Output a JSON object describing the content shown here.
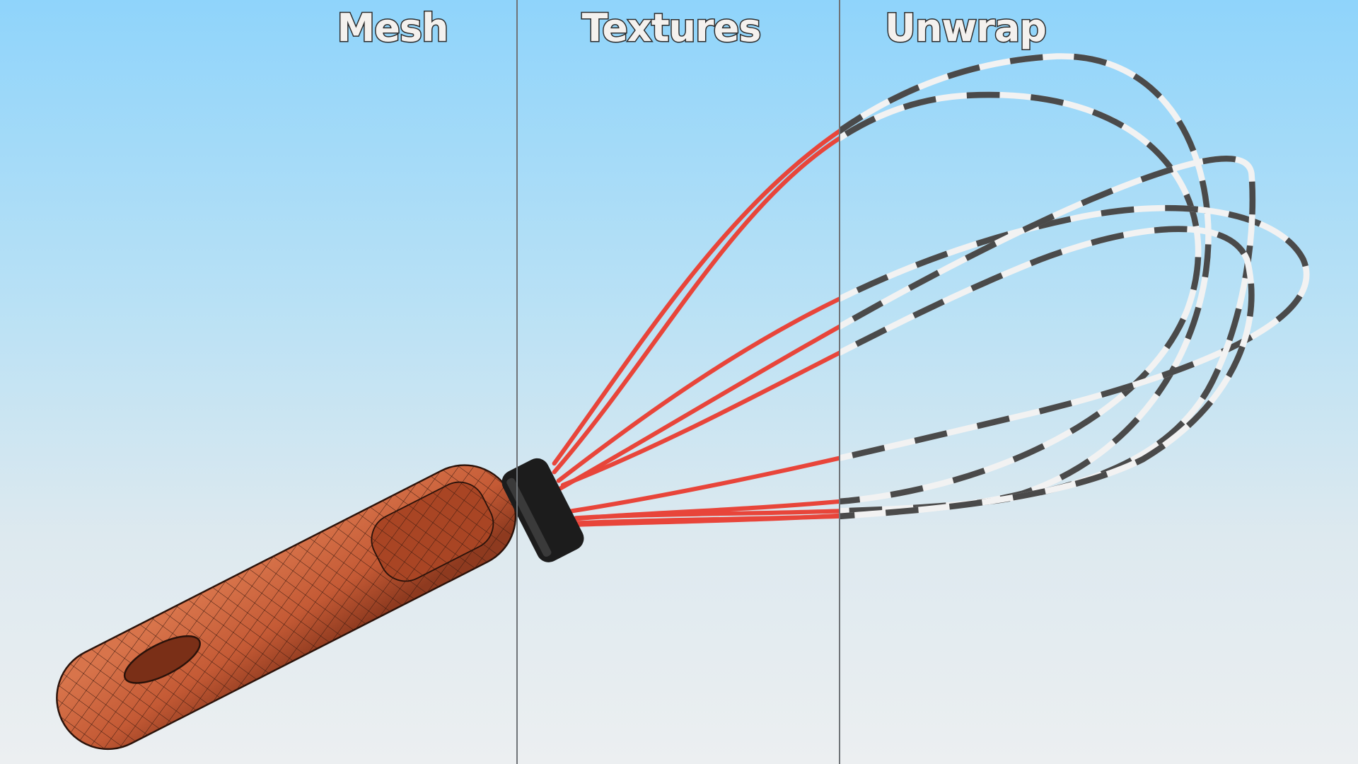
{
  "sections": [
    {
      "label": "Mesh"
    },
    {
      "label": "Textures"
    },
    {
      "label": "Unwrap"
    }
  ],
  "colors": {
    "sky_top": "#8fd4fb",
    "sky_bottom": "#eceff1",
    "handle": "#c45a35",
    "wire_texture": "#e8453a",
    "unwrap_light": "#f2f2f2",
    "unwrap_dark": "#4a4a4a",
    "ferrule": "#1c1c1c"
  }
}
